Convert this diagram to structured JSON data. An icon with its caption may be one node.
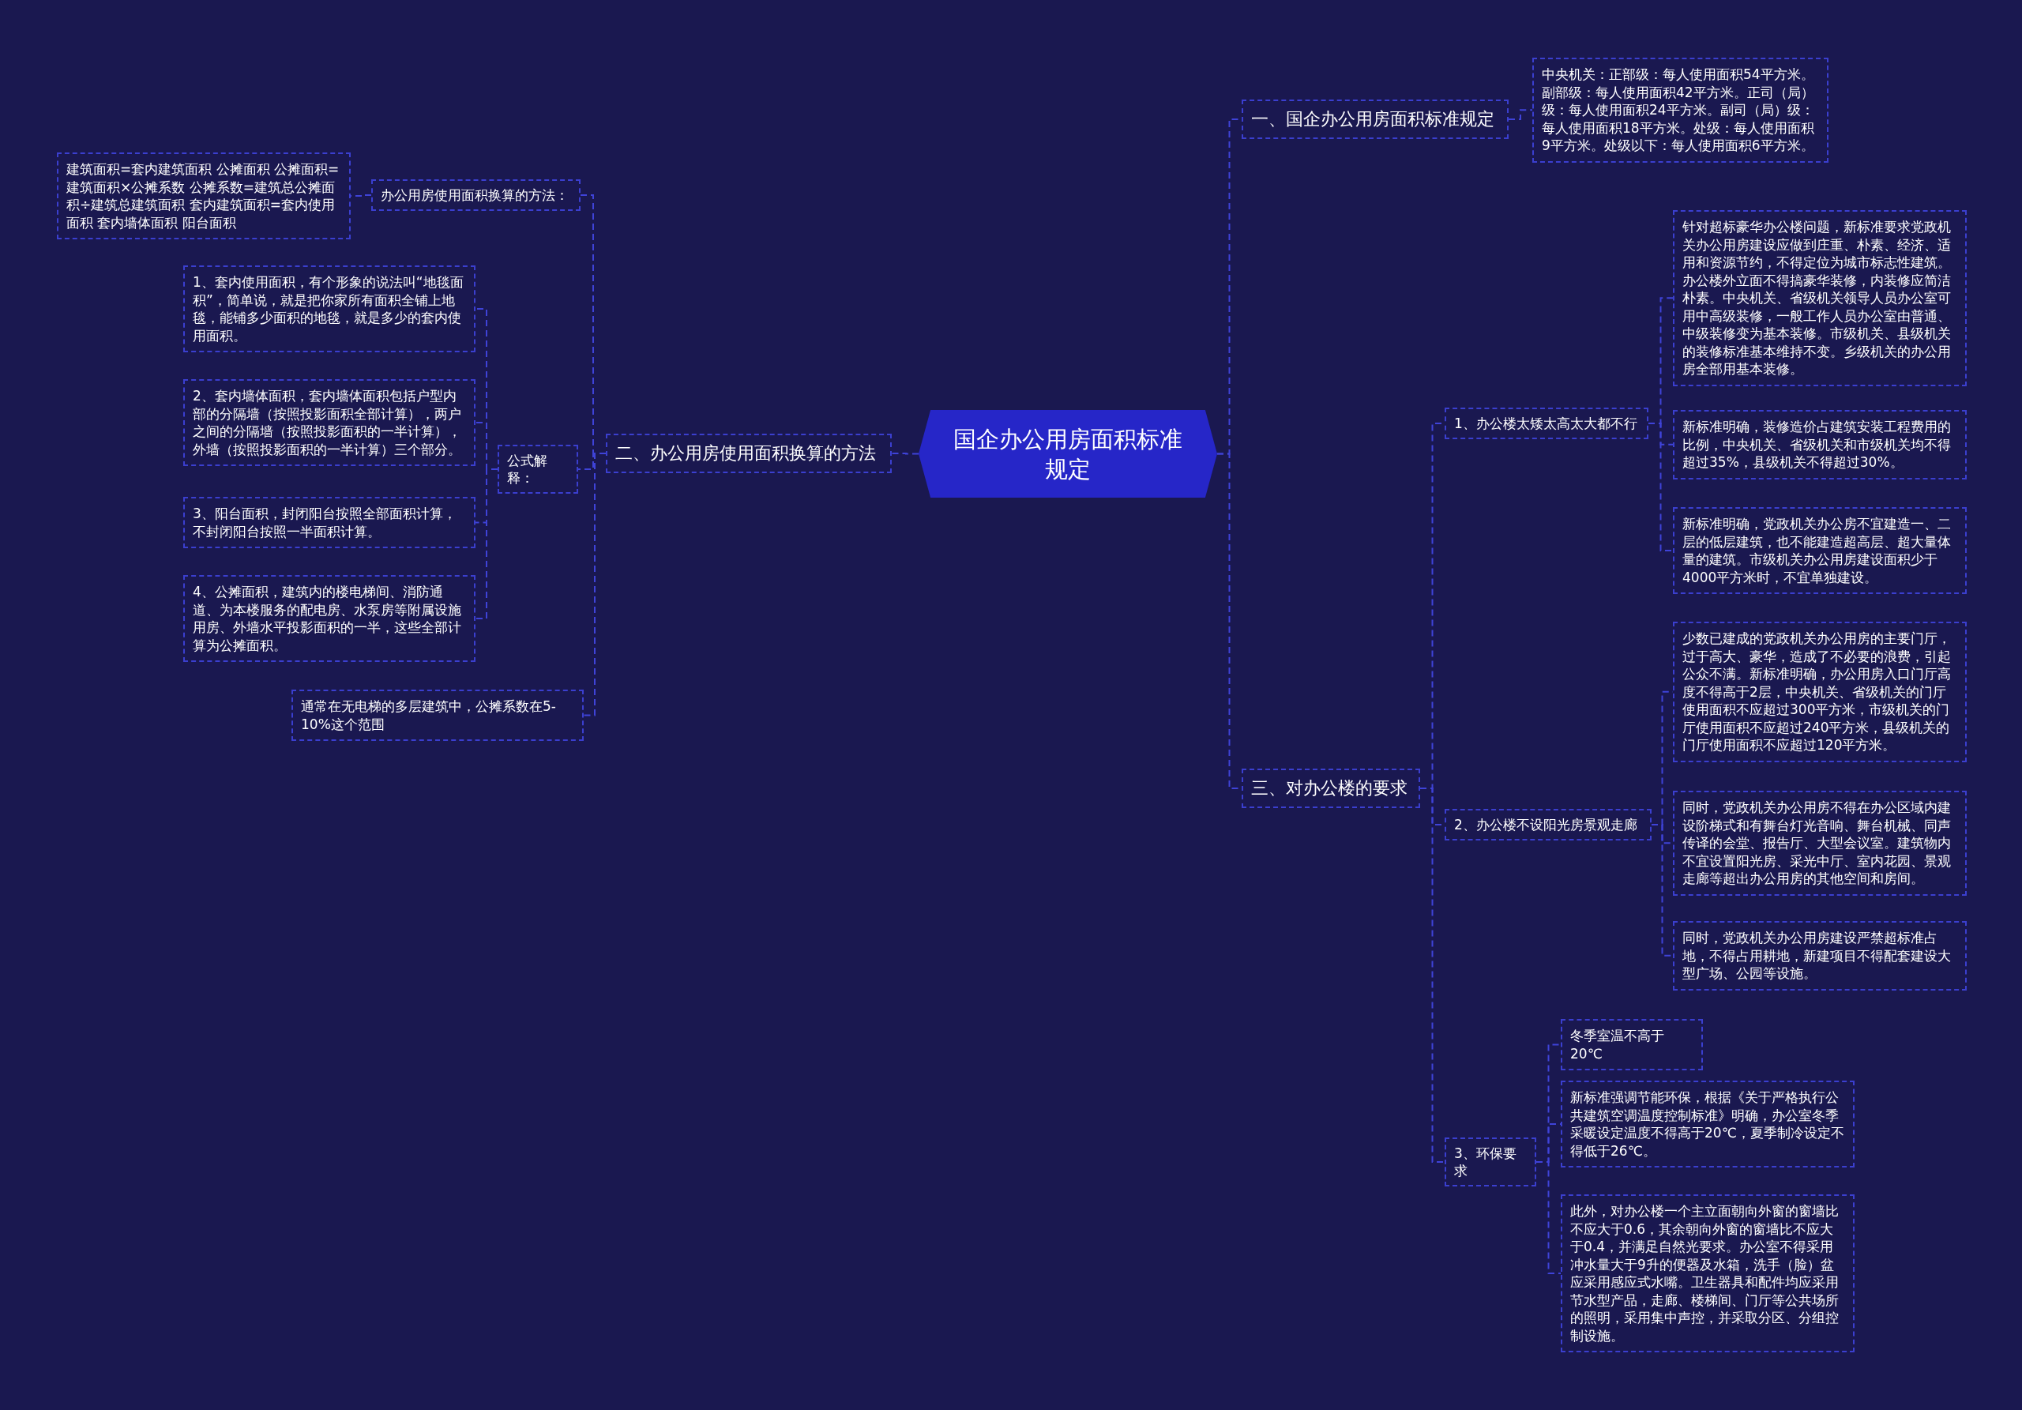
{
  "diagram": {
    "nodes": [
      {
        "text": [
          "国企办公用房面积标准规定"
        ]
      },
      {
        "text": [
          "一、国企办公用房面积标准规定"
        ]
      },
      {
        "text": [
          "中央机关：正部级：每人使用面积54平方米。副部级：每人使用面积42平方米。正司（局）级：每人使用面积24平方米。副司（局）级：每人使用面积18平方米。处级：每人使用面积9平方米。处级以下：每人使用面积6平方米。"
        ]
      },
      {
        "text": [
          "二、办公用房使用面积换算的方法"
        ]
      },
      {
        "text": [
          "办公用房使用面积换算的方法："
        ]
      },
      {
        "text": [
          "建筑面积=套内建筑面积 公摊面积 公摊面积=建筑面积×公摊系数 公摊系数=建筑总公摊面积÷建筑总建筑面积 套内建筑面积=套内使用面积 套内墙体面积 阳台面积"
        ]
      },
      {
        "text": [
          "公式解释："
        ]
      },
      {
        "text": [
          "1、套内使用面积，有个形象的说法叫“地毯面积”，简单说，就是把你家所有面积全铺上地毯，能铺多少面积的地毯，就是多少的套内使用面积。"
        ]
      },
      {
        "text": [
          "2、套内墙体面积，套内墙体面积包括户型内部的分隔墙（按照投影面积全部计算），两户之间的分隔墙（按照投影面积的一半计算），外墙（按照投影面积的一半计算）三个部分。"
        ]
      },
      {
        "text": [
          "3、阳台面积，封闭阳台按照全部面积计算，不封闭阳台按照一半面积计算。"
        ]
      },
      {
        "text": [
          "4、公摊面积，建筑内的楼电梯间、消防通道、为本楼服务的配电房、水泵房等附属设施用房、外墙水平投影面积的一半，这些全部计算为公摊面积。"
        ]
      },
      {
        "text": [
          "通常在无电梯的多层建筑中，公摊系数在5-10%这个范围"
        ]
      },
      {
        "text": [
          "三、对办公楼的要求"
        ]
      },
      {
        "text": [
          "1、办公楼太矮太高太大都不行"
        ]
      },
      {
        "text": [
          "针对超标豪华办公楼问题，新标准要求党政机关办公用房建设应做到庄重、朴素、经济、适用和资源节约，不得定位为城市标志性建筑。办公楼外立面不得搞豪华装修，内装修应简洁朴素。中央机关、省级机关领导人员办公室可用中高级装修，一般工作人员办公室由普通、中级装修变为基本装修。市级机关、县级机关的装修标准基本维持不变。乡级机关的办公用房全部用基本装修。"
        ]
      },
      {
        "text": [
          "新标准明确，装修造价占建筑安装工程费用的比例，中央机关、省级机关和市级机关均不得超过35%，县级机关不得超过30%。"
        ]
      },
      {
        "text": [
          "新标准明确，党政机关办公房不宜建造一、二层的低层建筑，也不能建造超高层、超大量体量的建筑。市级机关办公用房建设面积少于4000平方米时，不宜单独建设。"
        ]
      },
      {
        "text": [
          "2、办公楼不设阳光房景观走廊"
        ]
      },
      {
        "text": [
          "少数已建成的党政机关办公用房的主要门厅，过于高大、豪华，造成了不必要的浪费，引起公众不满。新标准明确，办公用房入口门厅高度不得高于2层，中央机关、省级机关的门厅使用面积不应超过300平方米，市级机关的门厅使用面积不应超过240平方米，县级机关的门厅使用面积不应超过120平方米。"
        ]
      },
      {
        "text": [
          "同时，党政机关办公用房不得在办公区域内建设阶梯式和有舞台灯光音响、舞台机械、同声传译的会堂、报告厅、大型会议室。建筑物内不宜设置阳光房、采光中厅、室内花园、景观走廊等超出办公用房的其他空间和房间。"
        ]
      },
      {
        "text": [
          "同时，党政机关办公用房建设严禁超标准占地，不得占用耕地，新建项目不得配套建设大型广场、公园等设施。"
        ]
      },
      {
        "text": [
          "3、环保要求"
        ]
      },
      {
        "text": [
          "冬季室温不高于20℃"
        ]
      },
      {
        "text": [
          "新标准强调节能环保，根据《关于严格执行公共建筑空调温度控制标准》明确，办公室冬季采暖设定温度不得高于20℃，夏季制冷设定不得低于26℃。"
        ]
      },
      {
        "text": [
          "此外，对办公楼一个主立面朝向外窗的窗墙比不应大于0.6，其余朝向外窗的窗墙比不应大于0.4，并满足自然光要求。办公室不得采用冲水量大于9升的便器及水箱，洗手（脸）盆应采用感应式水嘴。卫生器具和配件均应采用节水型产品，走廊、楼梯间、门厅等公共场所的照明，采用集中声控，并采取分区、分组控制设施。"
        ]
      }
    ],
    "edges": [
      {
        "from": 0,
        "to": 1,
        "arrow": "none"
      },
      {
        "from": 1,
        "to": 2,
        "arrow": "none"
      },
      {
        "from": 0,
        "to": 3,
        "arrow": "none"
      },
      {
        "from": 3,
        "to": 4,
        "arrow": "none"
      },
      {
        "from": 4,
        "to": 5,
        "arrow": "none"
      },
      {
        "from": 3,
        "to": 6,
        "arrow": "none"
      },
      {
        "from": 6,
        "to": 7,
        "arrow": "none"
      },
      {
        "from": 6,
        "to": 8,
        "arrow": "none"
      },
      {
        "from": 6,
        "to": 9,
        "arrow": "none"
      },
      {
        "from": 6,
        "to": 10,
        "arrow": "none"
      },
      {
        "from": 3,
        "to": 11,
        "arrow": "none"
      },
      {
        "from": 0,
        "to": 12,
        "arrow": "none"
      },
      {
        "from": 12,
        "to": 13,
        "arrow": "none"
      },
      {
        "from": 13,
        "to": 14,
        "arrow": "none"
      },
      {
        "from": 13,
        "to": 15,
        "arrow": "none"
      },
      {
        "from": 13,
        "to": 16,
        "arrow": "none"
      },
      {
        "from": 12,
        "to": 17,
        "arrow": "none"
      },
      {
        "from": 17,
        "to": 18,
        "arrow": "none"
      },
      {
        "from": 17,
        "to": 19,
        "arrow": "none"
      },
      {
        "from": 17,
        "to": 20,
        "arrow": "none"
      },
      {
        "from": 12,
        "to": 21,
        "arrow": "none"
      },
      {
        "from": 21,
        "to": 22,
        "arrow": "none"
      },
      {
        "from": 21,
        "to": 23,
        "arrow": "none"
      },
      {
        "from": 21,
        "to": 24,
        "arrow": "none"
      }
    ]
  }
}
